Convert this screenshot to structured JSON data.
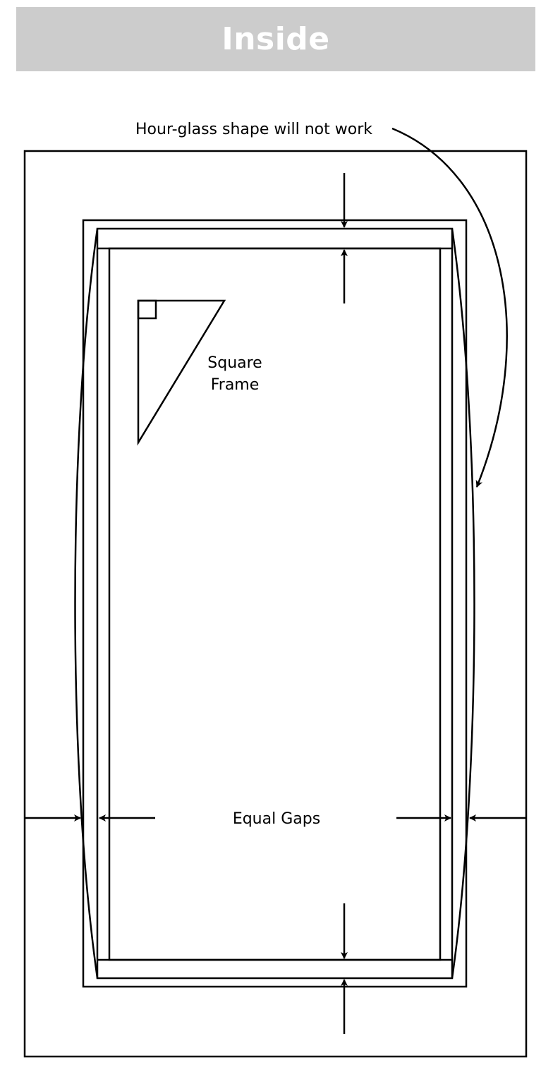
{
  "header": {
    "title": "Inside",
    "background_color": "#cccccc",
    "text_color": "#ffffff"
  },
  "labels": {
    "hourglass_note": "Hour-glass shape will not work",
    "square_frame_line1": "Square",
    "square_frame_line2": "Frame",
    "equal_gaps": "Equal Gaps"
  },
  "colors": {
    "stroke": "#000000",
    "background": "#ffffff"
  }
}
